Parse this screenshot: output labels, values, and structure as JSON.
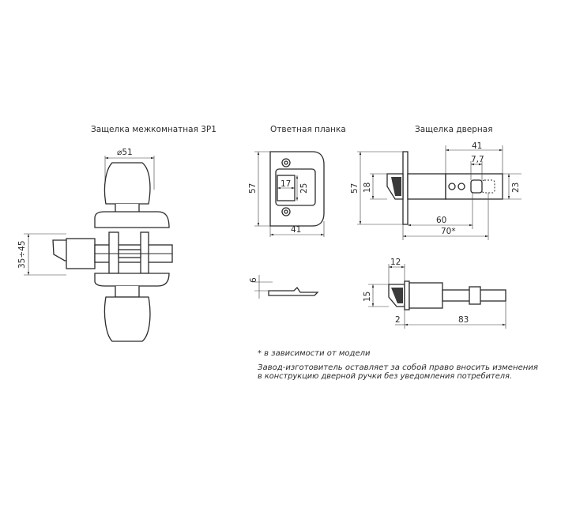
{
  "titles": {
    "interior_latch": "Защелка межкомнатная 3Р1",
    "strike_plate": "Ответная планка",
    "door_latch": "Защелка дверная"
  },
  "dimensions": {
    "knob_diameter": "⌀51",
    "backset_range": "35÷45",
    "plate_height": "57",
    "plate_width": "41",
    "plate_hole_width": "17",
    "plate_hole_height": "25",
    "plate_thickness": "6",
    "latch_height": "57",
    "latch_bolt_height": "18",
    "latch_length_41": "41",
    "latch_length_7_7": "7,7",
    "latch_tail_height": "23",
    "latch_length_60": "60",
    "latch_length_70": "70*",
    "side_bolt_12": "12",
    "side_height_15": "15",
    "side_length_83": "83",
    "side_offset_2": "2"
  },
  "notes": {
    "asterisk": "* в зависимости от модели",
    "manufacturer_line1": "Завод-изготовитель оставляет за собой право вносить изменения",
    "manufacturer_line2": "в конструкцию дверной ручки без уведомления потребителя."
  }
}
